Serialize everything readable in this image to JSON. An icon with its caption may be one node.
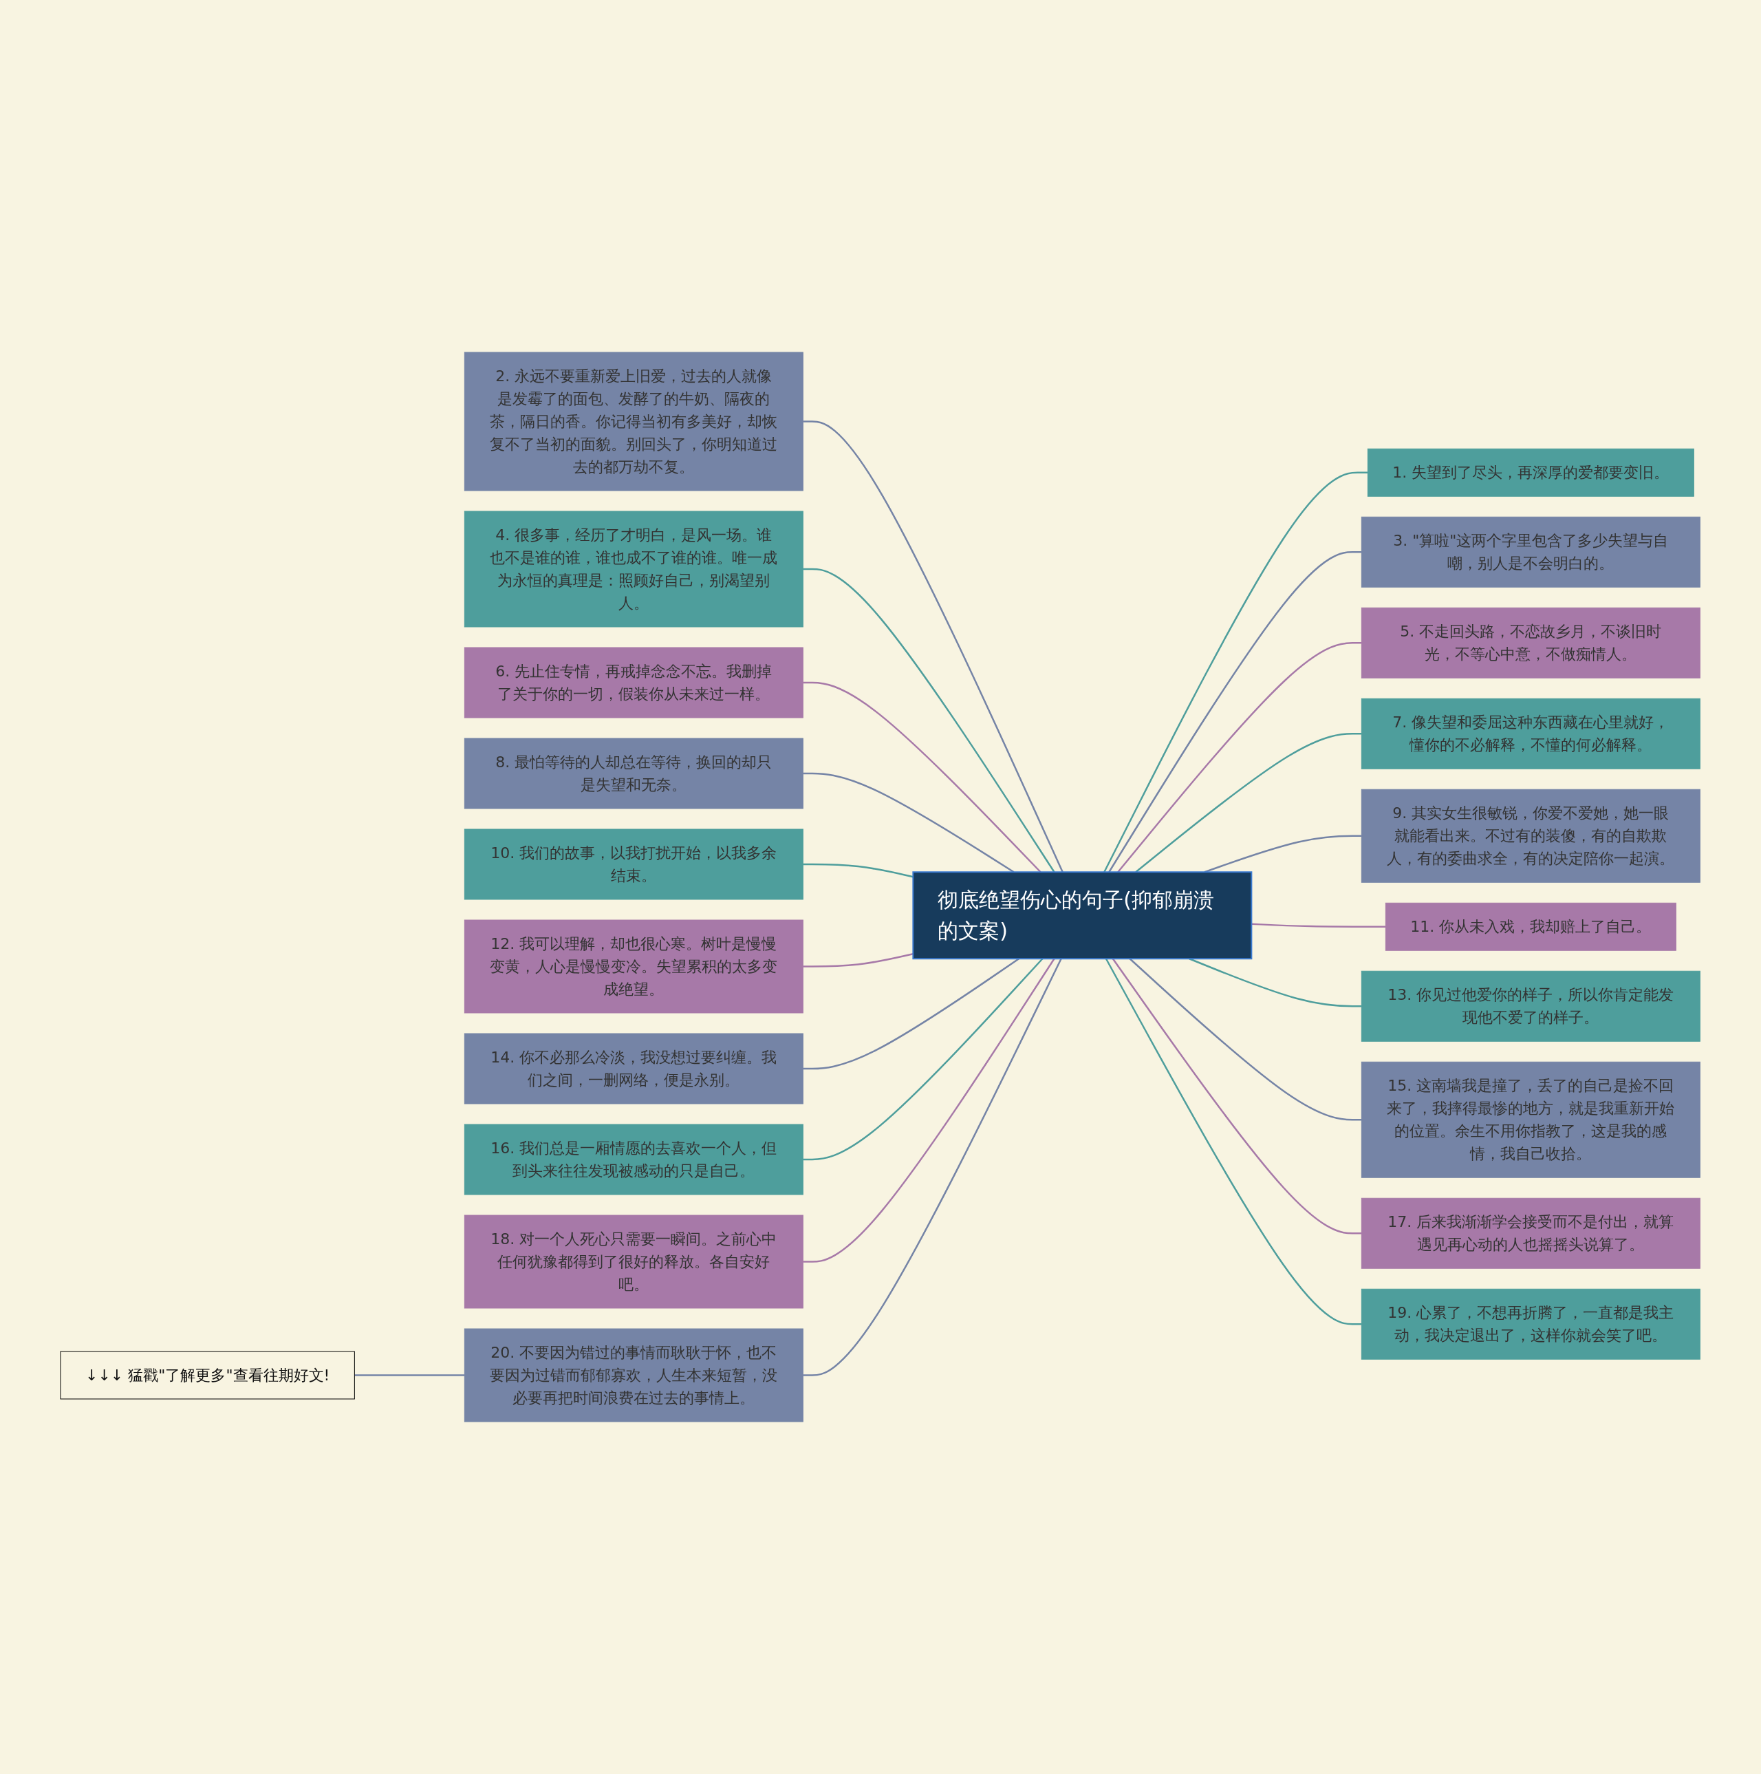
{
  "diagram": {
    "nodes": [
      {
        "text": [
          "彻底绝望伤心的句子(抑郁崩溃的文案)"
        ]
      },
      {
        "text": [
          "1. 失望到了尽头，再深厚的爱都要变旧。"
        ]
      },
      {
        "text": [
          "2. 永远不要重新爱上旧爱，过去的人就像是发霉了的面包、发酵了的牛奶、隔夜的茶，隔日的香。你记得当初有多美好，却恢复不了当初的面貌。别回头了，你明知道过去的都万劫不复。"
        ]
      },
      {
        "text": [
          "3. \"算啦\"这两个字里包含了多少失望与自嘲，别人是不会明白的。"
        ]
      },
      {
        "text": [
          "4. 很多事，经历了才明白，是风一场。谁也不是谁的谁，谁也成不了谁的谁。唯一成为永恒的真理是：照顾好自己，别渴望别人。"
        ]
      },
      {
        "text": [
          "5. 不走回头路，不恋故乡月，不谈旧时光，不等心中意，不做痴情人。"
        ]
      },
      {
        "text": [
          "6. 先止住专情，再戒掉念念不忘。我删掉了关于你的一切，假装你从未来过一样。"
        ]
      },
      {
        "text": [
          "7. 像失望和委屈这种东西藏在心里就好，懂你的不必解释，不懂的何必解释。"
        ]
      },
      {
        "text": [
          "8. 最怕等待的人却总在等待，换回的却只是失望和无奈。"
        ]
      },
      {
        "text": [
          "9. 其实女生很敏锐，你爱不爱她，她一眼就能看出来。不过有的装傻，有的自欺欺人，有的委曲求全，有的决定陪你一起演。"
        ]
      },
      {
        "text": [
          "10. 我们的故事，以我打扰开始，以我多余结束。"
        ]
      },
      {
        "text": [
          "11. 你从未入戏，我却赔上了自己。"
        ]
      },
      {
        "text": [
          "12. 我可以理解，却也很心寒。树叶是慢慢变黄，人心是慢慢变冷。失望累积的太多变成绝望。"
        ]
      },
      {
        "text": [
          "13. 你见过他爱你的样子，所以你肯定能发现他不爱了的样子。"
        ]
      },
      {
        "text": [
          "14. 你不必那么冷淡，我没想过要纠缠。我们之间，一删网络，便是永别。"
        ]
      },
      {
        "text": [
          "15. 这南墙我是撞了，丢了的自己是捡不回来了，我摔得最惨的地方，就是我重新开始的位置。余生不用你指教了，这是我的感情，我自己收拾。"
        ]
      },
      {
        "text": [
          "16. 我们总是一厢情愿的去喜欢一个人，但到头来往往发现被感动的只是自己。"
        ]
      },
      {
        "text": [
          "17. 后来我渐渐学会接受而不是付出，就算遇见再心动的人也摇摇头说算了。"
        ]
      },
      {
        "text": [
          "18. 对一个人死心只需要一瞬间。之前心中任何犹豫都得到了很好的释放。各自安好吧。"
        ]
      },
      {
        "text": [
          "19. 心累了，不想再折腾了，一直都是我主动，我决定退出了，这样你就会笑了吧。"
        ]
      },
      {
        "text": [
          "20. 不要因为错过的事情而耿耿于怀，也不要因为过错而郁郁寡欢，人生本来短暂，没必要再把时间浪费在过去的事情上。"
        ]
      },
      {
        "text": [
          "↓↓↓ 猛戳\"了解更多\"查看往期好文!"
        ]
      }
    ],
    "edges": [
      {
        "from": 0,
        "to": 1,
        "arrow": "none",
        "color": "#4e9e9c"
      },
      {
        "from": 0,
        "to": 2,
        "arrow": "none",
        "color": "#7584a6"
      },
      {
        "from": 0,
        "to": 3,
        "arrow": "none",
        "color": "#7584a6"
      },
      {
        "from": 0,
        "to": 4,
        "arrow": "none",
        "color": "#4e9e9c"
      },
      {
        "from": 0,
        "to": 5,
        "arrow": "none",
        "color": "#a779a8"
      },
      {
        "from": 0,
        "to": 6,
        "arrow": "none",
        "color": "#a779a8"
      },
      {
        "from": 0,
        "to": 7,
        "arrow": "none",
        "color": "#4e9e9c"
      },
      {
        "from": 0,
        "to": 8,
        "arrow": "none",
        "color": "#7584a6"
      },
      {
        "from": 0,
        "to": 9,
        "arrow": "none",
        "color": "#7584a6"
      },
      {
        "from": 0,
        "to": 10,
        "arrow": "none",
        "color": "#4e9e9c"
      },
      {
        "from": 0,
        "to": 11,
        "arrow": "none",
        "color": "#a779a8"
      },
      {
        "from": 0,
        "to": 12,
        "arrow": "none",
        "color": "#a779a8"
      },
      {
        "from": 0,
        "to": 13,
        "arrow": "none",
        "color": "#4e9e9c"
      },
      {
        "from": 0,
        "to": 14,
        "arrow": "none",
        "color": "#7584a6"
      },
      {
        "from": 0,
        "to": 15,
        "arrow": "none",
        "color": "#7584a6"
      },
      {
        "from": 0,
        "to": 16,
        "arrow": "none",
        "color": "#4e9e9c"
      },
      {
        "from": 0,
        "to": 17,
        "arrow": "none",
        "color": "#a779a8"
      },
      {
        "from": 0,
        "to": 18,
        "arrow": "none",
        "color": "#a779a8"
      },
      {
        "from": 0,
        "to": 19,
        "arrow": "none",
        "color": "#4e9e9c"
      },
      {
        "from": 0,
        "to": 20,
        "arrow": "none",
        "color": "#7584a6"
      },
      {
        "from": 20,
        "to": 21,
        "arrow": "none",
        "color": "#7584a6"
      }
    ]
  }
}
